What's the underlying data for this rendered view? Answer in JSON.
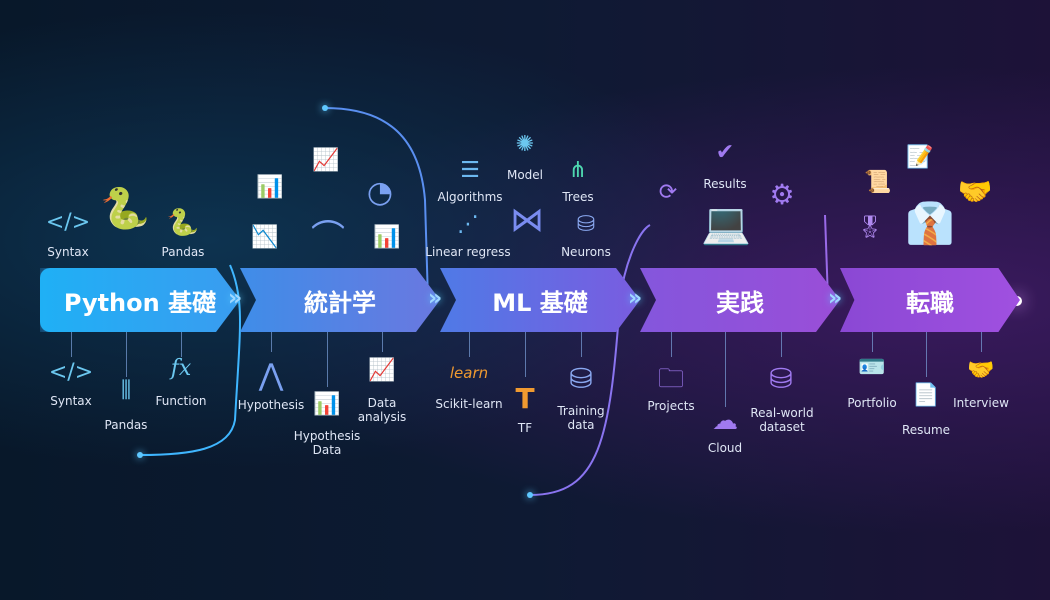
{
  "stages": [
    {
      "label": "Python 基礎",
      "color_from": "#1fb0f5",
      "color_to": "#3a9cf0"
    },
    {
      "label": "統計学",
      "color_from": "#3f8de8",
      "color_to": "#6a78e0"
    },
    {
      "label": "ML 基礎",
      "color_from": "#4f7ae6",
      "color_to": "#7a5ce0"
    },
    {
      "label": "実践",
      "color_from": "#8456dc",
      "color_to": "#9a4ed8"
    },
    {
      "label": "転職",
      "color_from": "#8a48d4",
      "color_to": "#a050e0"
    }
  ],
  "top_labels": {
    "syntax": "Syntax",
    "pandas": "Pandas",
    "algorithms": "Algorithms",
    "model": "Model",
    "trees": "Trees",
    "linear": "Linear regress",
    "neurons": "Neurons",
    "results": "Results"
  },
  "bottom_labels": {
    "syntax": "Syntax",
    "pandas": "Pandas",
    "function": "Function",
    "hypothesis": "Hypothesis",
    "hypothesis_data": "Hypothesis Data",
    "data_analysis": "Data analysis",
    "sklearn": "Scikit-learn",
    "tf": "TF",
    "training": "Training data",
    "projects": "Projects",
    "cloud": "Cloud",
    "realworld": "Real-world dataset",
    "portfolio": "Portfolio",
    "resume": "Resume",
    "interview": "Interview"
  },
  "icons": {
    "function": "fx",
    "sklearn_logo": "learn"
  }
}
